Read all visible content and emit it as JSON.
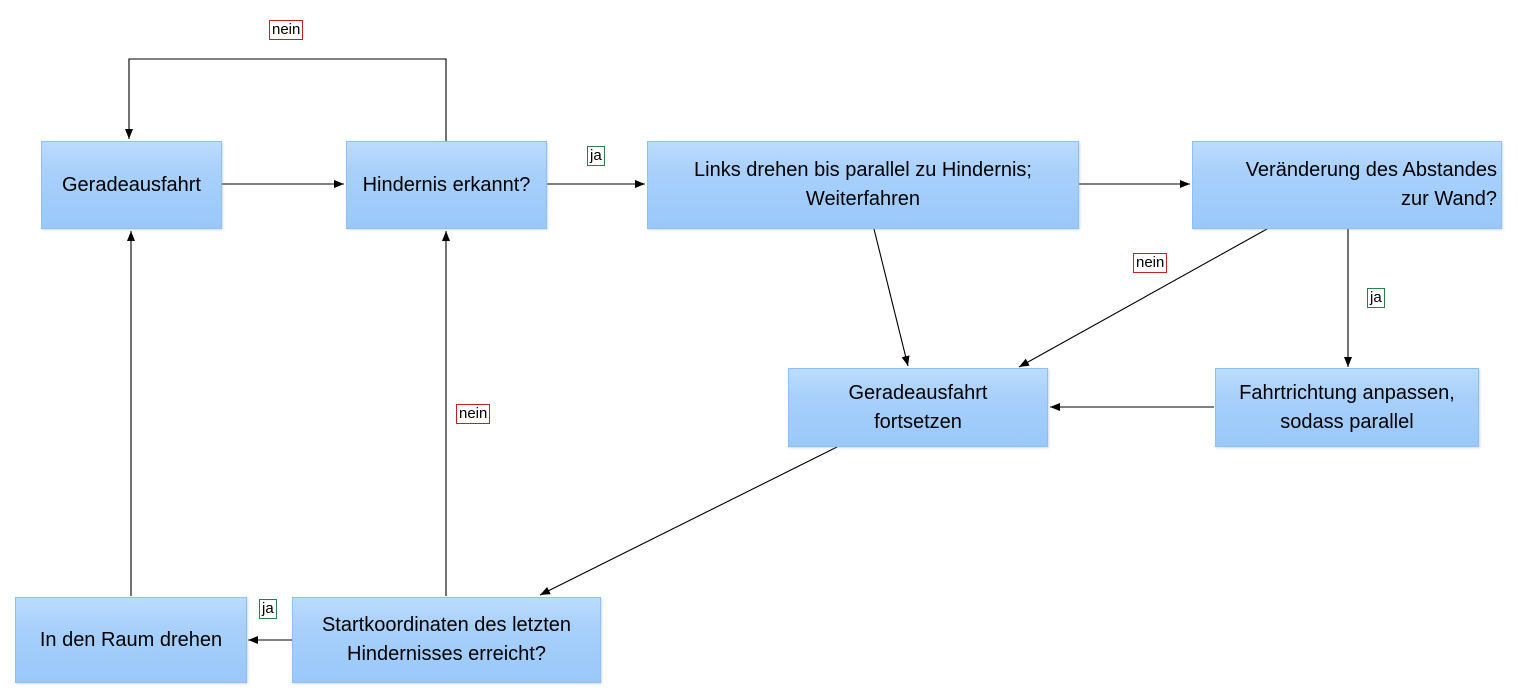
{
  "nodes": {
    "straight": "Geradeausfahrt",
    "obstacle": "Hindernis erkannt?",
    "turn_left": "Links drehen bis parallel zu Hindernis;\nWeiterfahren",
    "distance": "Veränderung des Abstandes\nzur Wand?",
    "continue": "Geradeausfahrt\nfortsetzen",
    "adjust": "Fahrtrichtung anpassen,\nsodass parallel",
    "start_coords": "Startkoordinaten des letzten\nHindernisses erreicht?",
    "turn_room": "In den Raum drehen"
  },
  "labels": {
    "top_no": "nein",
    "obstacle_yes": "ja",
    "distance_no": "nein",
    "distance_yes": "ja",
    "start_no": "nein",
    "start_yes": "ja"
  },
  "colors": {
    "node_fill": "#a8d0fb",
    "no_label_border": "#c81e1e",
    "yes_label_border": "#2e7d4f"
  }
}
